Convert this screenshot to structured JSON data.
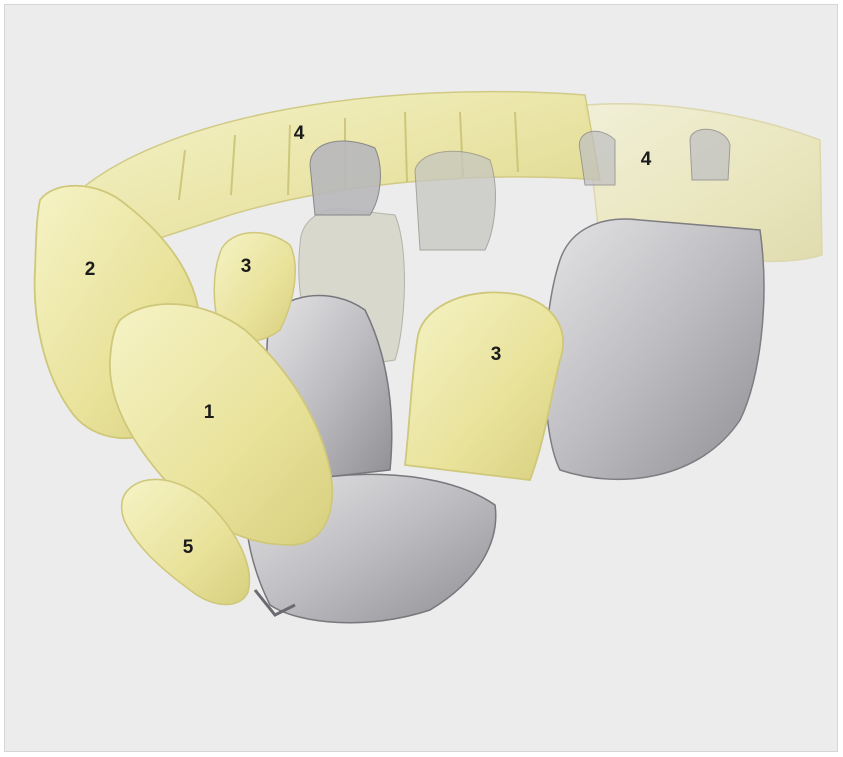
{
  "colors": {
    "background": "#ececec",
    "airbag_fill": "#ebe7a4",
    "airbag_stroke": "#cfc77a",
    "seat_fill": "#c9c9cc",
    "seat_dark": "#9a9a9e",
    "label_text": "#1b1b1b"
  },
  "callouts": {
    "front_airbag": "1",
    "knee_or_passenger_airbag": "2",
    "side_airbag_left": "3",
    "side_airbag_center": "3",
    "curtain_airbag_front": "4",
    "curtain_airbag_rear": "4",
    "knee_airbag": "5"
  }
}
